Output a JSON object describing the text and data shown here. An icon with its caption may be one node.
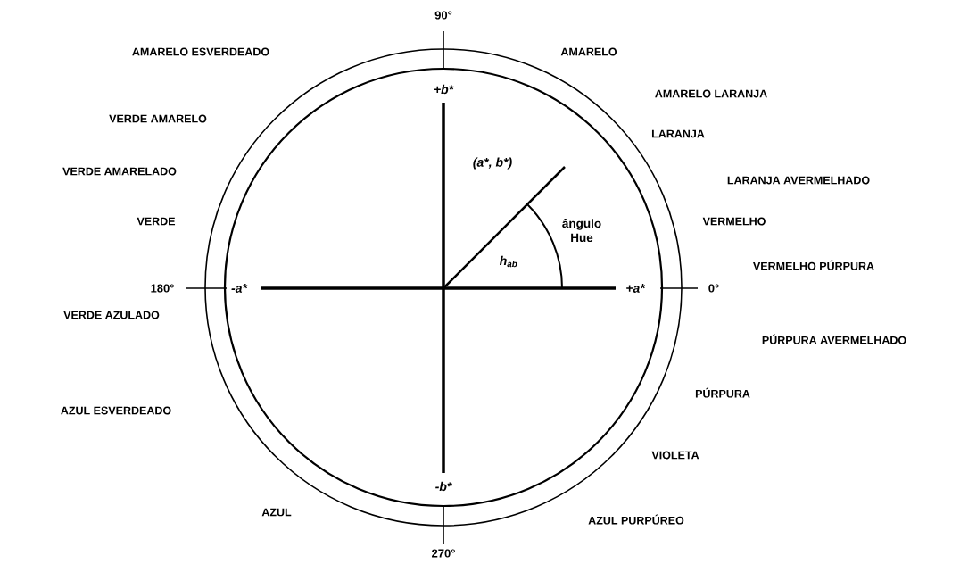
{
  "diagram": {
    "labels": [
      "90°",
      "AMARELO ESVERDEADO",
      "AMARELO",
      "+b*",
      "AMARELO LARANJA",
      "VERDE AMARELO",
      "LARANJA",
      "(a*, b*)",
      "VERDE AMARELADO",
      "LARANJA AVERMELHADO",
      "ângulo Hue",
      "VERDE",
      "VERMELHO",
      "h$_{ab}$",
      "VERMELHO PÚRPURA",
      "180°",
      "-a*",
      "+a*",
      "0°",
      "VERDE AZULADO",
      "PÚRPURA AVERMELHADO",
      "PÚRPURA",
      "AZUL ESVERDEADO",
      "VIOLETA",
      "-b*",
      "AZUL",
      "AZUL PURPÚREO",
      "270°"
    ]
  }
}
